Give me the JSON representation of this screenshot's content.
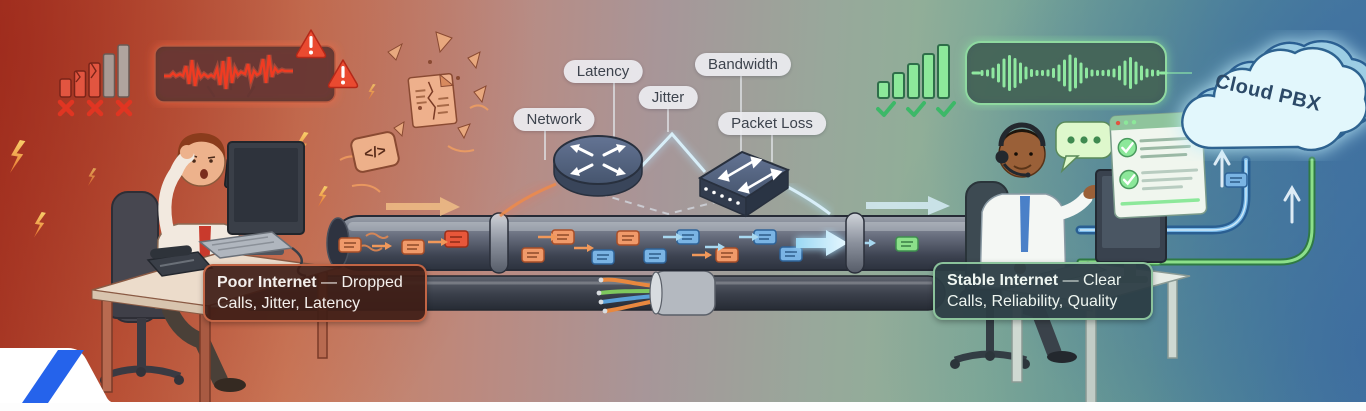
{
  "pills": {
    "network": "Network",
    "latency": "Latency",
    "jitter": "Jitter",
    "bandwidth": "Bandwidth",
    "packet_loss": "Packet Loss"
  },
  "poor_box": {
    "bold": "Poor Internet",
    "rest": " — Dropped",
    "line2": "Calls, Jitter, Latency"
  },
  "stable_box": {
    "bold": "Stable Internet",
    "rest": " — Clear",
    "line2": "Calls, Reliability, Quality"
  },
  "cloud": {
    "label": "Cloud PBX"
  },
  "code_icon": {
    "glyph": "</>"
  },
  "colors": {
    "poor_accent": "#e2573f",
    "stable_accent": "#8ce89a",
    "alert_red": "#e8452e",
    "packet_orange": "#f09a6a",
    "packet_blue": "#7ab4e4",
    "packet_green": "#8ce08a",
    "cloud_fill": "#e2f7fc",
    "cloud_outline": "#2e6390",
    "logo_blue": "#2563eb"
  }
}
